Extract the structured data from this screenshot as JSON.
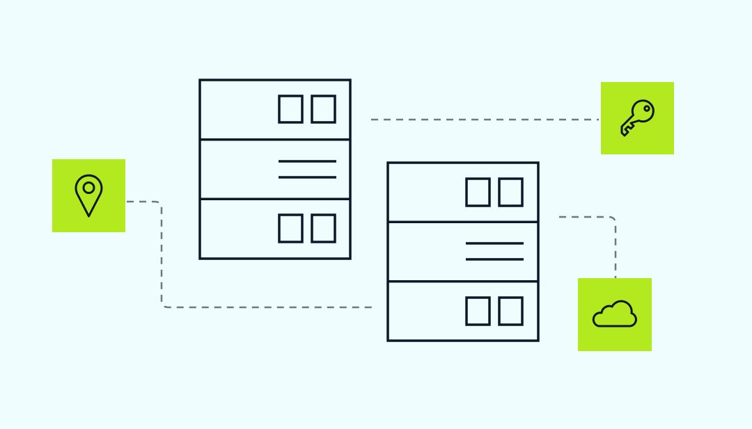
{
  "colors": {
    "background": "#f0fdfe",
    "stroke": "#0e1629",
    "accent": "#b3e91f",
    "connector": "#6f7782"
  },
  "servers": [
    {
      "name": "server-rack-left",
      "units": [
        {
          "kind": "status-squares"
        },
        {
          "kind": "vent-lines"
        },
        {
          "kind": "status-squares"
        }
      ]
    },
    {
      "name": "server-rack-right",
      "units": [
        {
          "kind": "status-squares"
        },
        {
          "kind": "vent-lines"
        },
        {
          "kind": "status-squares"
        }
      ]
    }
  ],
  "icon_tiles": [
    {
      "name": "location-pin-tile",
      "icon": "location-pin-icon"
    },
    {
      "name": "key-tile",
      "icon": "key-icon"
    },
    {
      "name": "cloud-tile",
      "icon": "cloud-icon"
    }
  ],
  "connectors": [
    {
      "name": "connector-server-to-key",
      "from": "server-rack-left",
      "to": "key-tile",
      "style": "dashed"
    },
    {
      "name": "connector-pin-to-server",
      "from": "location-pin-tile",
      "to": "server-rack-right",
      "style": "dashed"
    },
    {
      "name": "connector-server-to-cloud",
      "from": "server-rack-right",
      "to": "cloud-tile",
      "style": "dashed"
    }
  ]
}
